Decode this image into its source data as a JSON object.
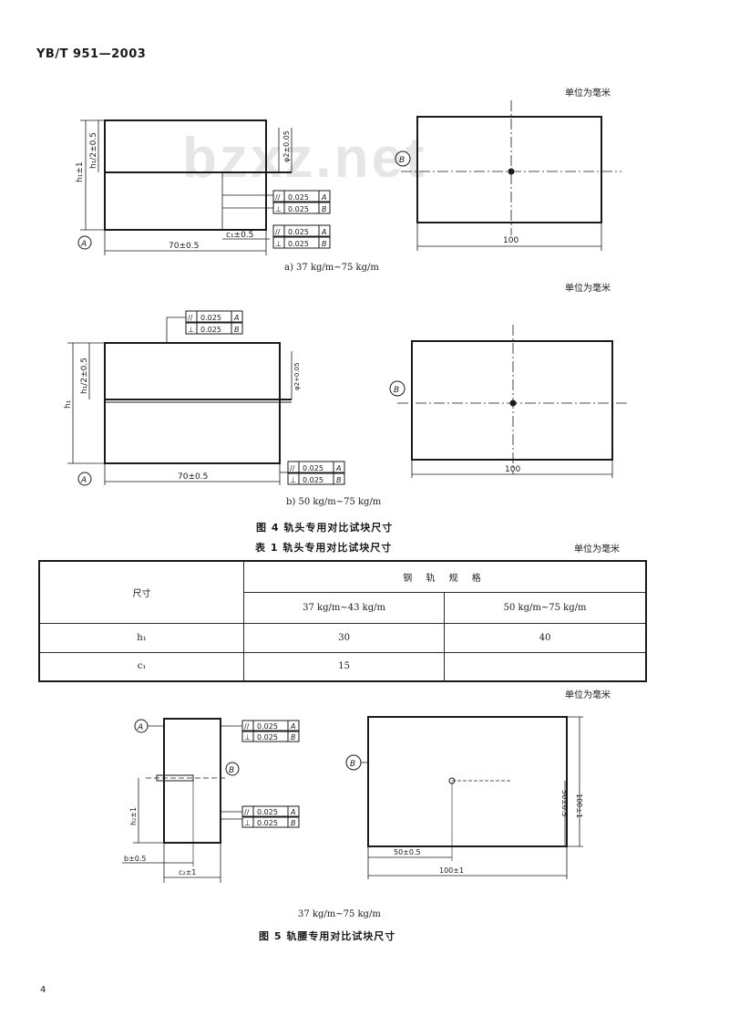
{
  "header": {
    "doc_code": "YB/T 951—2003"
  },
  "watermark": "bzxz.net",
  "units": {
    "fig4a": "单位为毫米",
    "fig4b": "单位为毫米",
    "table1": "单位为毫米",
    "fig5": "单位为毫米"
  },
  "fig4a": {
    "dim_height": "h₁±1",
    "dim_half_height": "h₁/2±0.5",
    "dim_width": "70±0.5",
    "dim_hole_depth": "φ2±0.05",
    "dim_c": "c₁±0.5",
    "tol_parallel": "0.025",
    "tol_perp": "0.025",
    "datum_a": "A",
    "datum_b": "B",
    "symbol_parallel": "//",
    "symbol_perp": "⊥",
    "side_width": "100",
    "caption": "a) 37 kg/m~75 kg/m"
  },
  "fig4b": {
    "dim_height": "h₁",
    "dim_half_height": "h₁/2±0.5",
    "dim_width": "70±0.5",
    "dim_hole": "φ2+0.05",
    "tol_parallel": "0.025",
    "tol_perp": "0.025",
    "datum_a": "A",
    "datum_b": "B",
    "symbol_parallel": "//",
    "symbol_perp": "⊥",
    "side_width": "100",
    "caption": "b) 50 kg/m~75 kg/m"
  },
  "fig4_title": "图 4   轨头专用对比试块尺寸",
  "table1": {
    "title": "表 1   轨头专用对比试块尺寸",
    "col_dim": "尺寸",
    "col_spec": "钢 轨 规 格",
    "sub1": "37 kg/m~43 kg/m",
    "sub2": "50 kg/m~75 kg/m",
    "rows": [
      {
        "name": "h₁",
        "v1": "30",
        "v2": "40"
      },
      {
        "name": "c₁",
        "v1": "15",
        "v2": ""
      }
    ]
  },
  "fig5": {
    "datum_a": "A",
    "datum_b": "B",
    "tol_parallel": "0.025",
    "tol_perp": "0.025",
    "symbol_parallel": "//",
    "symbol_perp": "⊥",
    "dim_h": "h₂±1",
    "dim_b": "b±0.5",
    "dim_w": "c₂±1",
    "dim_side_h": "100±1",
    "dim_side_half": "50±0.5",
    "dim_side_x": "50±0.5",
    "dim_side_w": "100±1",
    "caption": "37 kg/m~75 kg/m"
  },
  "fig5_title": "图 5   轨腰专用对比试块尺寸",
  "page_number": "4"
}
